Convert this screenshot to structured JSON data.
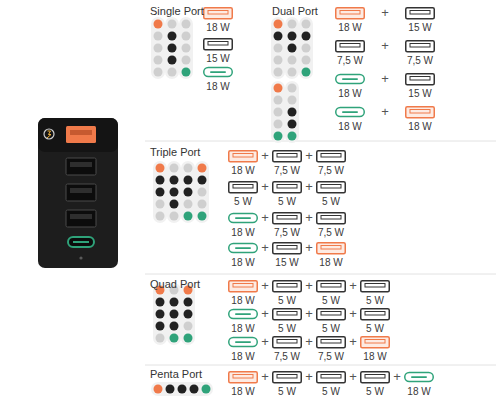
{
  "diagram": {
    "labels": [
      "Single Port",
      "18 W",
      "15 W",
      "18 W",
      "Dual Port",
      "18 W",
      "+",
      "15 W",
      "7,5 W",
      "+",
      "7,5 W",
      "18 W",
      "+",
      "15 W",
      "18 W",
      "+",
      "18 W",
      "Triple Port",
      "18 W",
      "+",
      "7,5 W",
      "+",
      "7,5 W",
      "5 W",
      "+",
      "5 W",
      "+",
      "5 W",
      "18 W",
      "+",
      "7,5 W",
      "+",
      "7,5 W",
      "18 W",
      "+",
      "15 W",
      "+",
      "18 W",
      "Quad Port",
      "18 W",
      "+",
      "5 W",
      "+",
      "5 W",
      "+",
      "5 W",
      "18 W",
      "+",
      "5 W",
      "+",
      "5 W",
      "+",
      "5 W",
      "18 W",
      "+",
      "7,5 W",
      "+",
      "7,5 W",
      "+",
      "18 W",
      "Penta Port",
      "18 W",
      "+",
      "5 W",
      "+",
      "5 W",
      "+",
      "5 W",
      "+",
      "18 W"
    ]
  }
}
